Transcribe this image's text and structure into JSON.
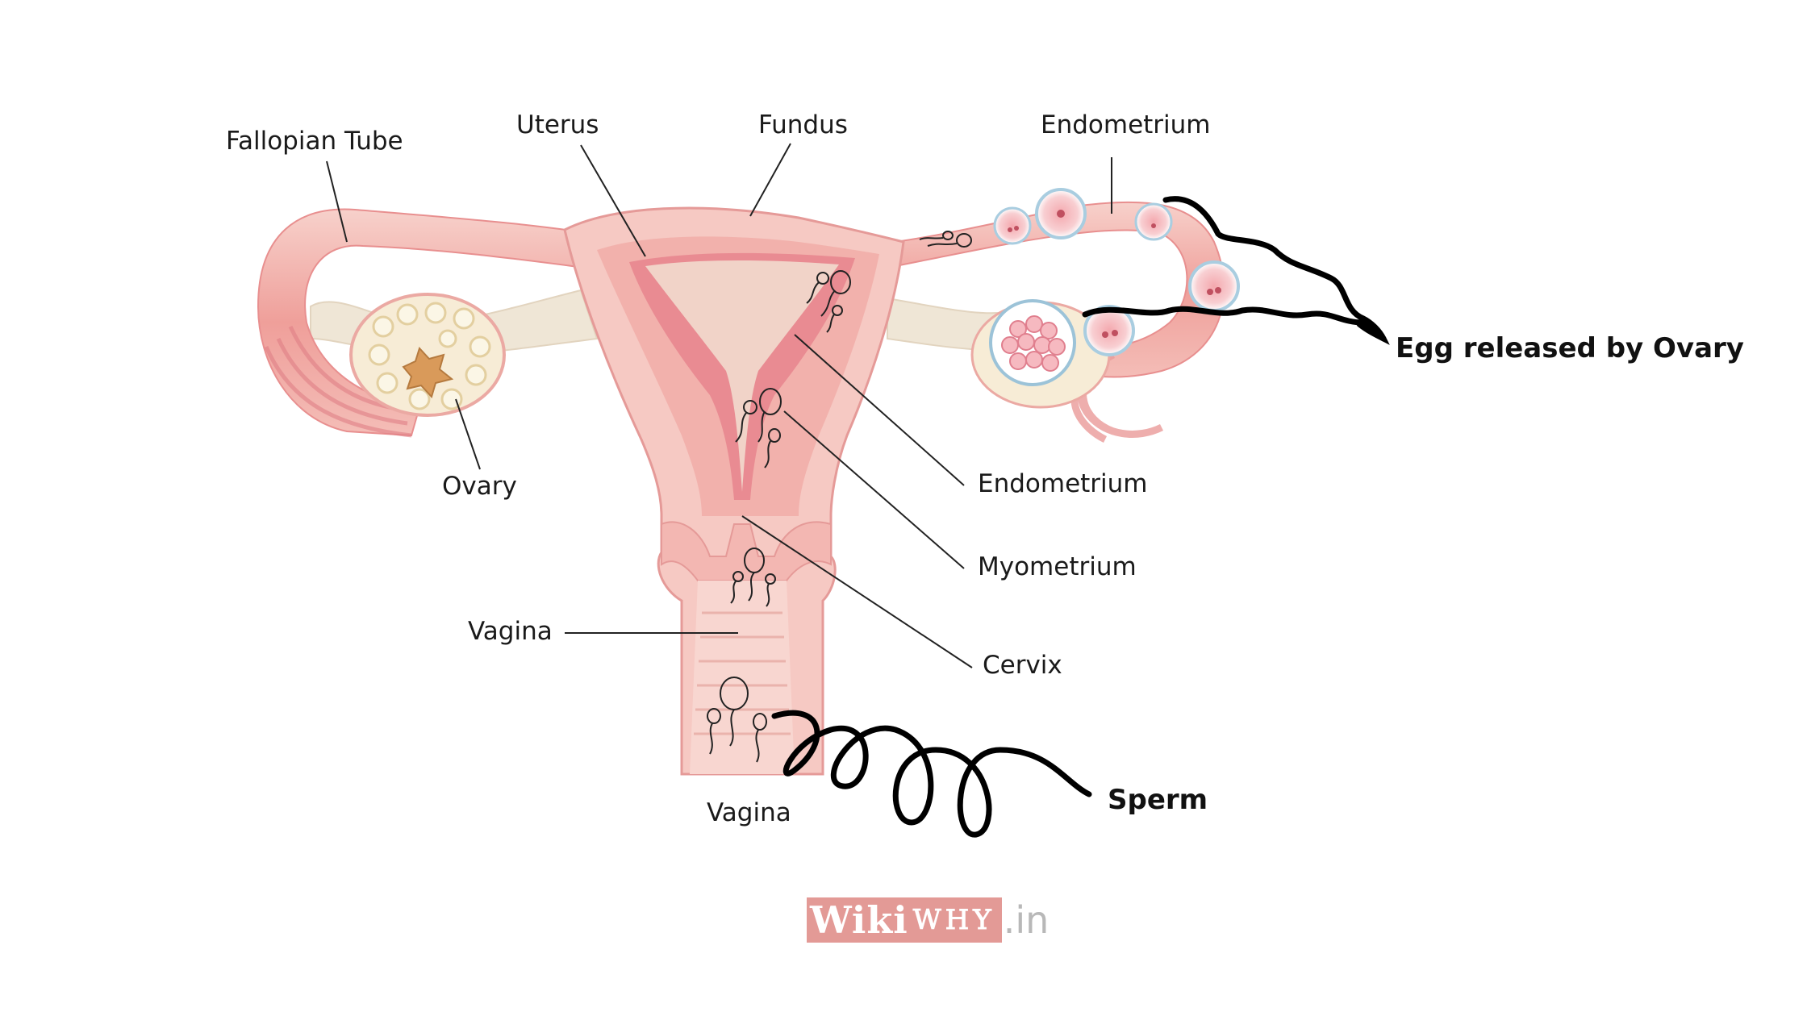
{
  "labels": {
    "fallopian_tube": "Fallopian Tube",
    "uterus": "Uterus",
    "fundus": "Fundus",
    "endometrium_top": "Endometrium",
    "ovary": "Ovary",
    "endometrium": "Endometrium",
    "myometrium": "Myometrium",
    "cervix": "Cervix",
    "vagina_left": "Vagina",
    "vagina_bottom": "Vagina",
    "egg_released": "Egg released by Ovary",
    "sperm": "Sperm"
  },
  "logo": {
    "wiki": "Wiki",
    "why": "WHY",
    "tld": ".in"
  },
  "colors": {
    "tissue_light": "#f6c9c3",
    "tissue_mid": "#ef9f9a",
    "tissue_dark": "#e07f86",
    "ligament": "#efe6d6",
    "ovary_fill": "#f7ecd6",
    "leader": "#222222",
    "arrow": "#000000",
    "logo_bg": "#e39a96"
  }
}
